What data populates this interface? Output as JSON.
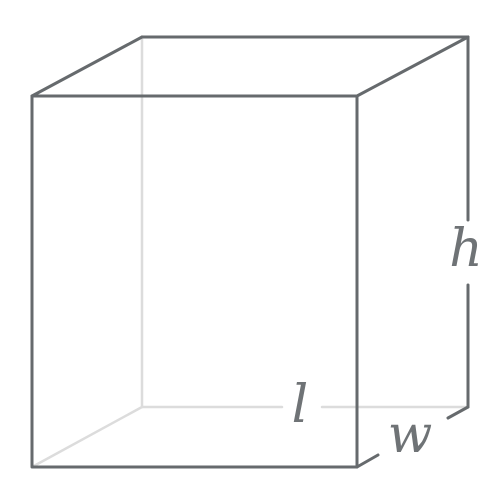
{
  "labels": {
    "height": "h",
    "length": "l",
    "width": "w"
  },
  "colors": {
    "edge": "#666a6d",
    "hidden_edge": "#dcdcdc",
    "label": "#6f7376",
    "background": "#ffffff"
  }
}
